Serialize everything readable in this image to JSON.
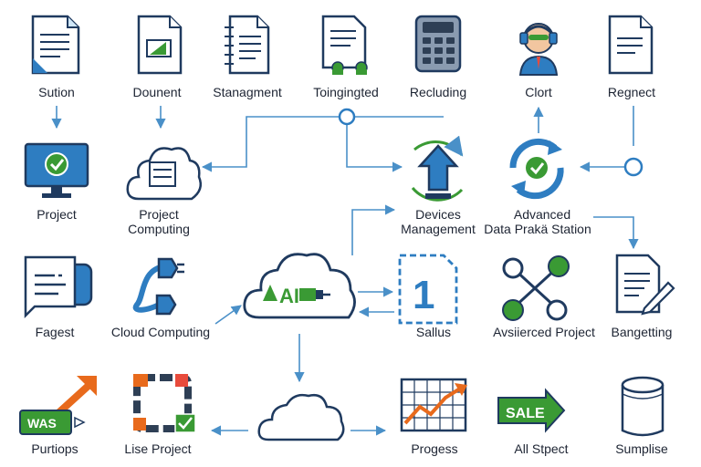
{
  "labels": {
    "sution": "Sution",
    "dounent": "Dounent",
    "stanagment": "Stanagment",
    "toingingted": "Toingingted",
    "recluding": "Recluding",
    "clort": "Clort",
    "regnect": "Regnect",
    "project": "Project",
    "project_computing_1": "Project",
    "project_computing_2": "Computing",
    "devices_1": "Devices",
    "devices_2": "Management",
    "advanced_1": "Advanced",
    "advanced_2": "Data Prakä Station",
    "fagest": "Fagest",
    "cloud_computing": "Cloud Computing",
    "sallus": "Sallus",
    "avsierced_project": "Avsiierced Project",
    "bangetting": "Bangetting",
    "purtiops": "Purtiops",
    "lise_project": "Lise Project",
    "progess": "Progess",
    "all_stpect": "All Stpect",
    "sumplise": "Sumplise"
  },
  "badges": {
    "was": "WAS",
    "sale": "SALE",
    "ai": "AI",
    "one": "1"
  },
  "colors": {
    "navy": "#1f3a5f",
    "blue": "#2e7dc1",
    "light_blue": "#cfe6f7",
    "green": "#3a9a34",
    "orange": "#e86a1c",
    "arrow": "#4a90c8"
  }
}
